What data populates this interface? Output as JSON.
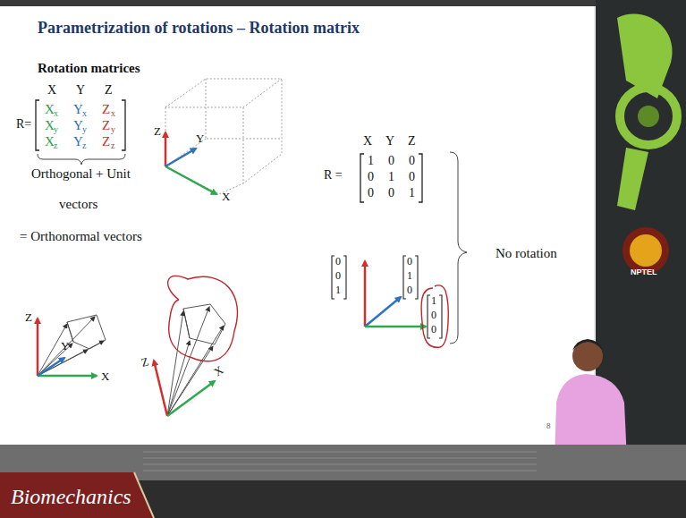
{
  "diagram": {
    "title": "Parametrization of rotations – Rotation matrix",
    "labels": [
      "Rotation matrices",
      "X",
      "Y",
      "Z",
      "R=",
      "X",
      "x",
      "Y",
      "x",
      "Z",
      "x",
      "X",
      "y",
      "Y",
      "y",
      "Z",
      "y",
      "X",
      "z",
      "Y",
      "z",
      "Z",
      "z",
      "Orthogonal + Unit",
      "vectors",
      "= Orthonormal vectors",
      "Z",
      "Y",
      "X",
      "Z",
      "Y",
      "X",
      "Z",
      "X",
      "X",
      "Y",
      "Z",
      "R =",
      "1",
      "0",
      "0",
      "0",
      "1",
      "0",
      "0",
      "0",
      "1",
      "0",
      "0",
      "1",
      "0",
      "1",
      "0",
      "1",
      "0",
      "0",
      "No rotation",
      "8",
      "NPTEL",
      "Biomechanics"
    ]
  }
}
